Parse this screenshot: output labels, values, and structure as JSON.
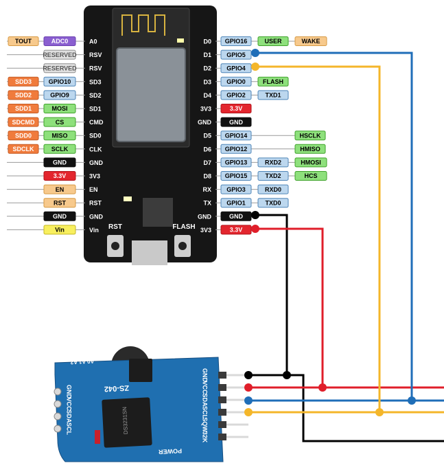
{
  "colors": {
    "board": "#161616",
    "module_pcb": "#1f6fb0",
    "wire_black": "#000000",
    "wire_red": "#e01e2a",
    "wire_blue": "#1f6eb8",
    "wire_yellow": "#f4b62a"
  },
  "nodemcu": {
    "left_pins": [
      "A0",
      "RSV",
      "RSV",
      "SD3",
      "SD2",
      "SD1",
      "CMD",
      "SD0",
      "CLK",
      "GND",
      "3V3",
      "EN",
      "RST",
      "GND",
      "Vin"
    ],
    "right_pins": [
      "D0",
      "D1",
      "D2",
      "D3",
      "D4",
      "3V3",
      "GND",
      "D5",
      "D6",
      "D7",
      "D8",
      "RX",
      "TX",
      "GND",
      "3V3"
    ],
    "buttons": {
      "rst": "RST",
      "flash": "FLASH"
    }
  },
  "left_tags": [
    [
      {
        "text": "TOUT",
        "style": "orange"
      },
      {
        "text": "ADC0",
        "style": "purple"
      }
    ],
    [
      {
        "text": "RESERVED",
        "style": "grey"
      }
    ],
    [
      {
        "text": "RESERVED",
        "style": "grey"
      }
    ],
    [
      {
        "text": "SDD3",
        "style": "dorange"
      },
      {
        "text": "GPIO10",
        "style": "lblue"
      }
    ],
    [
      {
        "text": "SDD2",
        "style": "dorange"
      },
      {
        "text": "GPIO9",
        "style": "lblue"
      }
    ],
    [
      {
        "text": "SDD1",
        "style": "dorange"
      },
      {
        "text": "MOSI",
        "style": "green"
      }
    ],
    [
      {
        "text": "SDCMD",
        "style": "dorange"
      },
      {
        "text": "CS",
        "style": "green"
      }
    ],
    [
      {
        "text": "SDD0",
        "style": "dorange"
      },
      {
        "text": "MISO",
        "style": "green"
      }
    ],
    [
      {
        "text": "SDCLK",
        "style": "dorange"
      },
      {
        "text": "SCLK",
        "style": "green"
      }
    ],
    [
      {
        "text": "GND",
        "style": "black"
      }
    ],
    [
      {
        "text": "3.3V",
        "style": "red"
      }
    ],
    [
      {
        "text": "EN",
        "style": "orange"
      }
    ],
    [
      {
        "text": "RST",
        "style": "orange"
      }
    ],
    [
      {
        "text": "GND",
        "style": "black"
      }
    ],
    [
      {
        "text": "Vin",
        "style": "yellow"
      }
    ]
  ],
  "right_tags": [
    [
      {
        "text": "GPIO16",
        "style": "lblue"
      },
      {
        "text": "USER",
        "style": "green"
      },
      {
        "text": "WAKE",
        "style": "orange"
      }
    ],
    [
      {
        "text": "GPIO5",
        "style": "lblue"
      }
    ],
    [
      {
        "text": "GPIO4",
        "style": "lblue"
      }
    ],
    [
      {
        "text": "GPIO0",
        "style": "lblue"
      },
      {
        "text": "FLASH",
        "style": "green"
      }
    ],
    [
      {
        "text": "GPIO2",
        "style": "lblue"
      },
      {
        "text": "TXD1",
        "style": "lblue"
      }
    ],
    [
      {
        "text": "3.3V",
        "style": "red"
      }
    ],
    [
      {
        "text": "GND",
        "style": "black"
      }
    ],
    [
      {
        "text": "GPIO14",
        "style": "lblue"
      },
      {
        "text": "HSCLK",
        "style": "green",
        "far": true
      }
    ],
    [
      {
        "text": "GPIO12",
        "style": "lblue"
      },
      {
        "text": "HMISO",
        "style": "green",
        "far": true
      }
    ],
    [
      {
        "text": "GPIO13",
        "style": "lblue"
      },
      {
        "text": "RXD2",
        "style": "lblue"
      },
      {
        "text": "HMOSI",
        "style": "green"
      }
    ],
    [
      {
        "text": "GPIO15",
        "style": "lblue"
      },
      {
        "text": "TXD2",
        "style": "lblue"
      },
      {
        "text": "HCS",
        "style": "green"
      }
    ],
    [
      {
        "text": "GPIO3",
        "style": "lblue"
      },
      {
        "text": "RXD0",
        "style": "lblue"
      }
    ],
    [
      {
        "text": "GPIO1",
        "style": "lblue"
      },
      {
        "text": "TXD0",
        "style": "lblue"
      }
    ],
    [
      {
        "text": "GND",
        "style": "black"
      }
    ],
    [
      {
        "text": "3.3V",
        "style": "red"
      }
    ]
  ],
  "module": {
    "name": "ZS-042",
    "chip": "DS3231SN",
    "header_pins": [
      "GND",
      "VCC",
      "SDA",
      "SCL",
      "SQW",
      "32K"
    ],
    "side_pins": [
      "GND",
      "VCC",
      "SDA",
      "SCL"
    ],
    "address_pads": "A0 A1 A2",
    "power_label": "POWER"
  }
}
